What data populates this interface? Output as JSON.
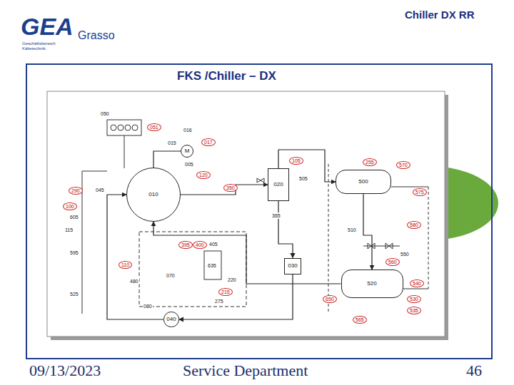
{
  "diagram": {
    "title": "FKS /Chiller – DX",
    "nodes": [
      {
        "text": [
          "010"
        ]
      },
      {
        "text": [
          "M"
        ]
      },
      {
        "text": [
          "020"
        ]
      },
      {
        "text": [
          "500"
        ]
      },
      {
        "text": [
          "520"
        ]
      },
      {
        "text": [
          "030"
        ]
      },
      {
        "text": [
          "040"
        ]
      }
    ],
    "edges": [
      {
        "from": 0,
        "to": 1,
        "arrow": "none"
      },
      {
        "from": 0,
        "to": 2,
        "arrow": "to"
      },
      {
        "from": 2,
        "to": 3,
        "arrow": "to"
      },
      {
        "from": 3,
        "to": 4,
        "arrow": "to"
      },
      {
        "from": 4,
        "to": 0,
        "arrow": "to"
      },
      {
        "from": 2,
        "to": 5,
        "arrow": "to"
      },
      {
        "from": 5,
        "to": 6,
        "arrow": "to"
      },
      {
        "from": 6,
        "to": 0,
        "arrow": "to"
      }
    ],
    "labels": [
      "GEA",
      "Geschäftsbereich Kältetechnik",
      "Grasso",
      "Chiller DX RR",
      "09/13/2023",
      "Service Department",
      "46",
      "050",
      "051",
      "016",
      "017",
      "015",
      "005",
      "045",
      "290",
      "100",
      "605",
      "115",
      "595",
      "525",
      "120",
      "350",
      "105",
      "505",
      "365",
      "255",
      "570",
      "575",
      "580",
      "510",
      "550",
      "560",
      "565",
      "530",
      "535",
      "540",
      "650",
      "110",
      "480",
      "395",
      "400",
      "405",
      "635",
      "220",
      "215",
      "275",
      "070",
      "080"
    ]
  }
}
